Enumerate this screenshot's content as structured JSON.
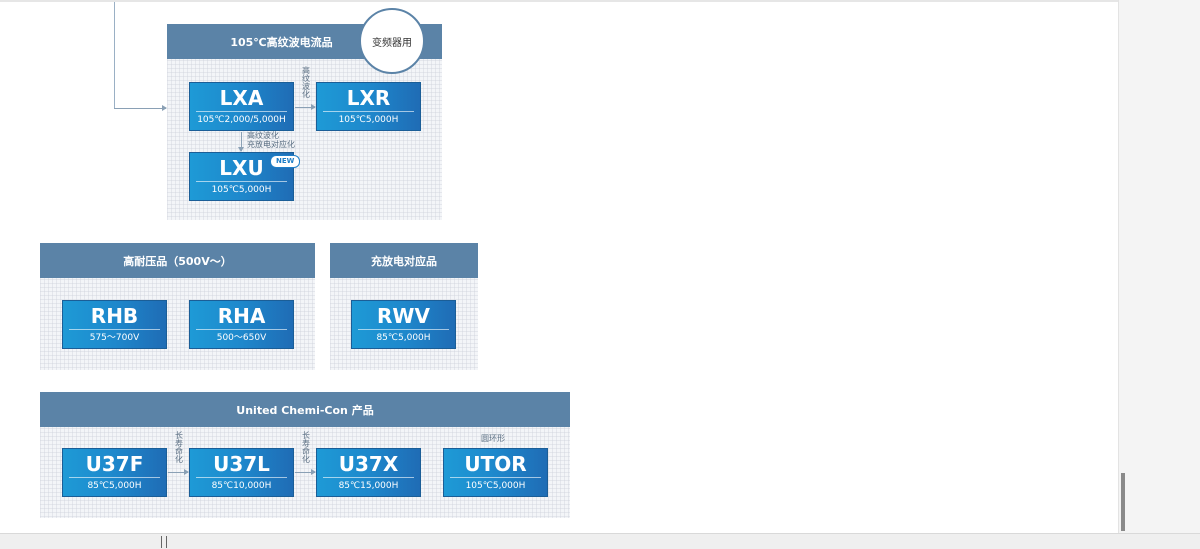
{
  "group_lx": {
    "title": "105℃高纹波电流品",
    "tag": "变频器用",
    "cards": [
      {
        "name": "LXA",
        "spec": "105℃2,000/5,000H"
      },
      {
        "name": "LXR",
        "spec": "105℃5,000H"
      },
      {
        "name": "LXU",
        "spec": "105℃5,000H",
        "badge": "NEW"
      }
    ],
    "arrow_lxa_lxr": "高纹波化",
    "arrow_lxa_lxu_line1": "高纹波化",
    "arrow_lxa_lxu_line2": "充放电对应化"
  },
  "group_rh": {
    "title": "高耐压品（500V～）",
    "cards": [
      {
        "name": "RHB",
        "spec": "575～700V"
      },
      {
        "name": "RHA",
        "spec": "500～650V"
      }
    ]
  },
  "group_rw": {
    "title": "充放电对应品",
    "cards": [
      {
        "name": "RWV",
        "spec": "85℃5,000H"
      }
    ]
  },
  "group_u": {
    "title": "United Chemi-Con 产品",
    "cards": [
      {
        "name": "U37F",
        "spec": "85℃5,000H"
      },
      {
        "name": "U37L",
        "spec": "85℃10,000H"
      },
      {
        "name": "U37X",
        "spec": "85℃15,000H"
      },
      {
        "name": "UTOR",
        "spec": "105℃5,000H"
      }
    ],
    "arrow_1": "长寿命化",
    "arrow_2": "长寿命化",
    "utor_note": "圆环形"
  }
}
